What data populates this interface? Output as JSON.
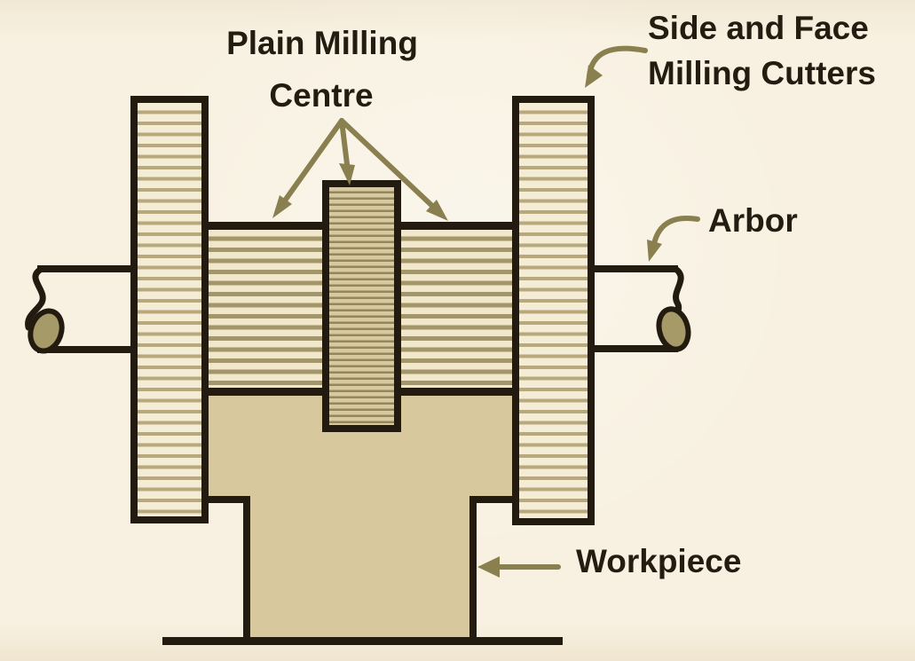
{
  "figure": {
    "labels": {
      "plain_milling_line1": "Plain Milling",
      "plain_milling_line2": "Centre",
      "side_face_line1": "Side and Face",
      "side_face_line2": "Milling Cutters",
      "arbor": "Arbor",
      "workpiece": "Workpiece"
    },
    "colors": {
      "background": "#f8f1e1",
      "outline": "#241b10",
      "text": "#241c11",
      "annotation": "#8a7f4f",
      "workpiece_fill": "#d8c89d",
      "cutter_fill": "#f4ecd4",
      "cutter_hatch": "#b7a97c",
      "center_cutter_fill": "#d9c9a1",
      "center_cutter_hatch": "#93875c",
      "arbor_fill": "#f1e7cb",
      "arbor_hatch": "#a2966a",
      "break_blob": "#a79a69"
    }
  }
}
